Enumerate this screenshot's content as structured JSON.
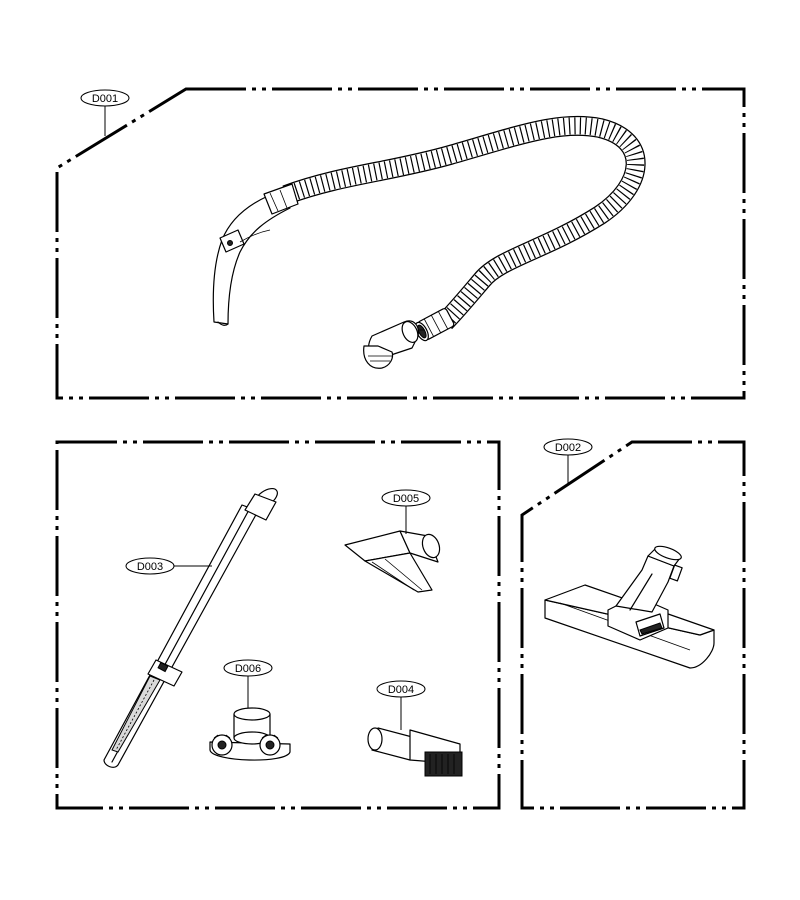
{
  "parts": {
    "d001": {
      "code": "D001"
    },
    "d002": {
      "code": "D002"
    },
    "d003": {
      "code": "D003"
    },
    "d004": {
      "code": "D004"
    },
    "d005": {
      "code": "D005"
    },
    "d006": {
      "code": "D006"
    }
  }
}
